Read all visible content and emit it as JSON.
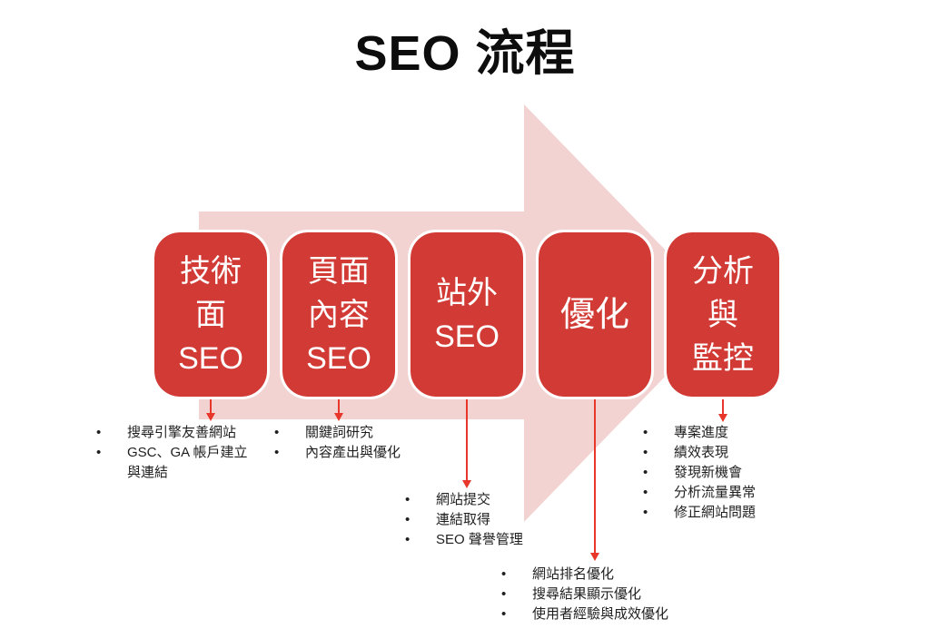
{
  "title": "SEO 流程",
  "colors": {
    "stage_red": "#d23b35",
    "flow_arrow_pink": "#f2d3d2",
    "connector_red": "#e8362a",
    "stage_text": "#ffffff",
    "body_text": "#1f1f1f",
    "title_text": "#0d0d0d"
  },
  "stages": [
    {
      "name": "技術面 SEO",
      "lines": [
        "技術",
        "面",
        "SEO"
      ]
    },
    {
      "name": "頁面內容 SEO",
      "lines": [
        "頁面",
        "內容",
        "SEO"
      ]
    },
    {
      "name": "站外 SEO",
      "lines": [
        "站外",
        "SEO"
      ]
    },
    {
      "name": "優化",
      "lines": [
        "優化"
      ]
    },
    {
      "name": "分析與監控",
      "lines": [
        "分析",
        "與",
        "監控"
      ]
    }
  ],
  "details": [
    {
      "items": [
        "搜尋引擎友善網站",
        "GSC、GA 帳戶建立與連結"
      ]
    },
    {
      "items": [
        "關鍵詞研究",
        "內容產出與優化"
      ]
    },
    {
      "items": [
        "網站提交",
        "連結取得",
        "SEO 聲譽管理"
      ]
    },
    {
      "items": [
        "網站排名優化",
        "搜尋結果顯示優化",
        "使用者經驗與成效優化"
      ]
    },
    {
      "items": [
        "專案進度",
        "績效表現",
        "發現新機會",
        "分析流量異常",
        "修正網站問題"
      ]
    }
  ]
}
